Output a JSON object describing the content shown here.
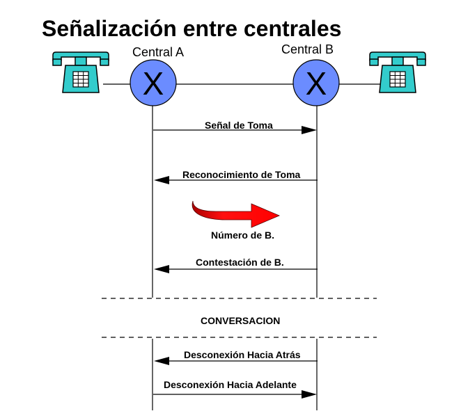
{
  "title": "Señalización entre centrales",
  "centrals": [
    {
      "label": "Central A",
      "symbol": "X"
    },
    {
      "label": "Central B",
      "symbol": "X"
    }
  ],
  "messages": {
    "senal_de_toma": "Señal de Toma",
    "reconocimiento_de_toma": "Reconocimiento de Toma",
    "numero_de_b": "Número de B.",
    "contestacion_de_b": "Contestación de B.",
    "conversacion": "CONVERSACION",
    "desconexion_hacia_atras": "Desconexión Hacia Atrás",
    "desconexion_hacia_adelante": "Desconexión Hacia Adelante"
  },
  "colors": {
    "switch_fill": "#6b8cff",
    "telephone_fill": "#33cccc",
    "arrow_red": "#ff0000",
    "line": "#000000"
  },
  "icons": {
    "left_telephone": "telephone-icon",
    "right_telephone": "telephone-icon",
    "number_arrow": "curved-arrow-icon"
  }
}
